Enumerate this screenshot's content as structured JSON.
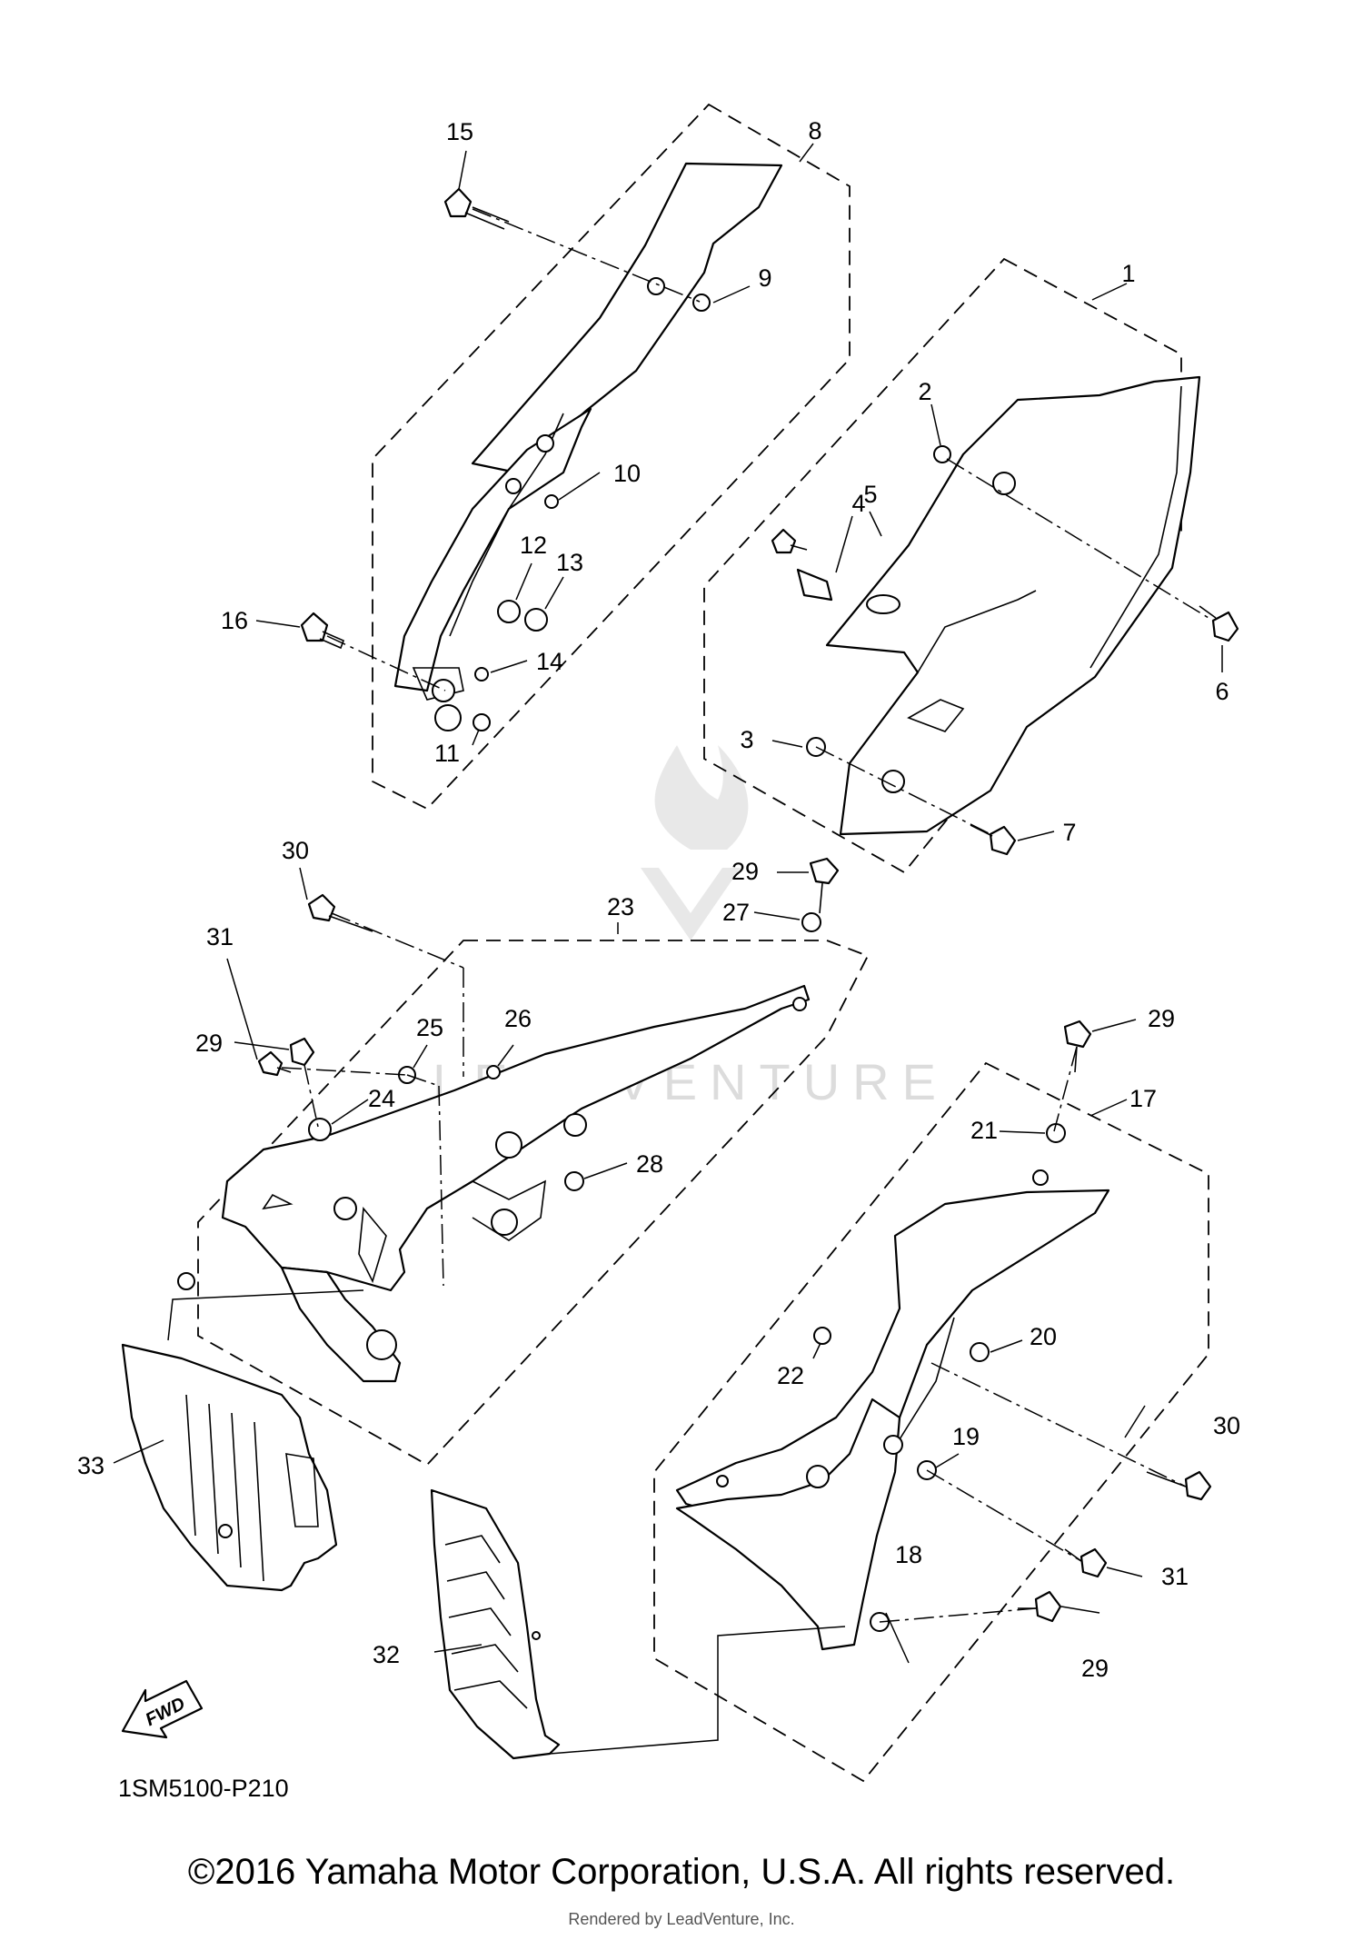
{
  "diagram": {
    "part_callouts": [
      "1",
      "2",
      "3",
      "4",
      "5",
      "6",
      "7",
      "8",
      "9",
      "10",
      "11",
      "12",
      "13",
      "14",
      "15",
      "16",
      "17",
      "18",
      "19",
      "20",
      "21",
      "22",
      "23",
      "24",
      "25",
      "26",
      "27",
      "28",
      "29",
      "29",
      "29",
      "29",
      "30",
      "30",
      "31",
      "31",
      "32",
      "33"
    ],
    "diagram_code": "1SM5100-P210",
    "fwd_arrow_label": "FWD",
    "watermark_text": "LEADVENTURE"
  },
  "footer": {
    "copyright": "©2016 Yamaha Motor Corporation, U.S.A. All rights reserved.",
    "render_credit": "Rendered by LeadVenture, Inc."
  }
}
